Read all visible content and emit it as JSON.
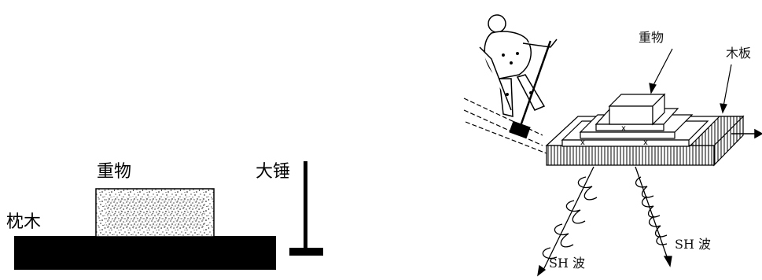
{
  "left_diagram": {
    "labels": {
      "weight": "重物",
      "sleeper": "枕木",
      "hammer": "大锤"
    }
  },
  "right_diagram": {
    "labels": {
      "weight": "重物",
      "plank": "木板",
      "wave_left": "SH 波",
      "wave_right": "SH 波"
    }
  }
}
